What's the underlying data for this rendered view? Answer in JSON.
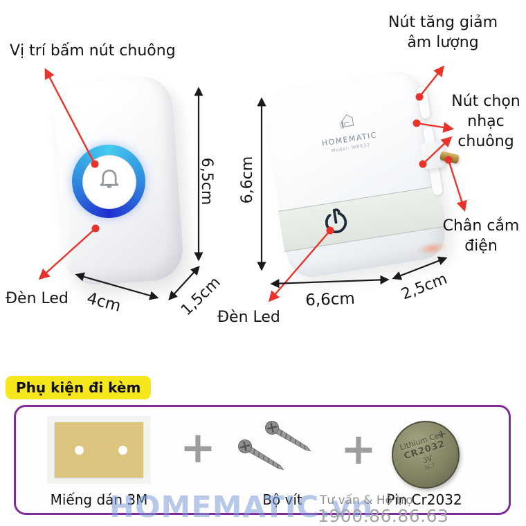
{
  "doorbell_button": {
    "label_press_position": "Vị trí bấm nút chuông",
    "label_led": "Đèn Led",
    "dim_height": "6,5cm",
    "dim_width": "4cm",
    "dim_depth": "1,5cm"
  },
  "receiver": {
    "brand": "HOMEMATIC",
    "model": "Model: WB932",
    "label_volume": "Nút tăng giảm\nâm lượng",
    "label_ringtone": "Nút chọn\nnhạc\nchuông",
    "label_plug": "Chân cắm\nđiện",
    "label_led": "Đèn Led",
    "dim_height": "6,6cm",
    "dim_width": "6,6cm",
    "dim_depth": "2,5cm"
  },
  "accessories": {
    "heading": "Phụ kiện đi kèm",
    "plus": "+",
    "items": [
      {
        "name": "Miếng dán 3M"
      },
      {
        "name": "Bộ vít"
      },
      {
        "name": "Pin Cr2032"
      }
    ],
    "battery_engraving": {
      "brand": "Lithium Cell",
      "model": "CR2032",
      "voltage": "3V",
      "code": "5C7",
      "polarity": "+"
    }
  },
  "footer": {
    "watermark": "HOMEMATIC.vn",
    "support": "Tư vấn & Hỗ trợ",
    "phone": "1900.86.86.63"
  },
  "colors": {
    "arrow_red": "#e8332a",
    "dimension_black": "#1a1a1a",
    "highlight_yellow": "#f6e71d",
    "box_purple": "#7c2d97",
    "ring_blue_top": "#45cbee",
    "ring_blue_bottom": "#1f2fd0",
    "pad_tan": "#dcc47e",
    "watermark_blue": "#7d9bd7"
  }
}
